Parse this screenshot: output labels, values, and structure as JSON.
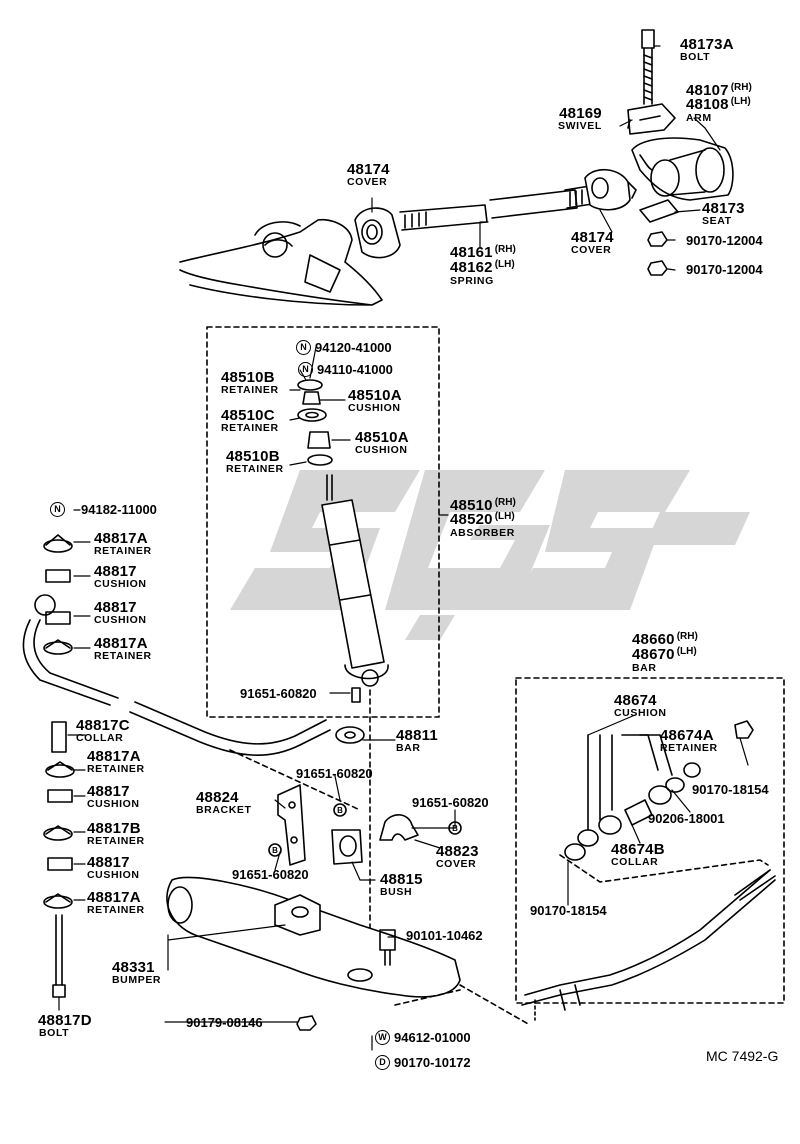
{
  "diagram": {
    "reference_code": "MC  7492-G",
    "watermark": "SYG",
    "callouts": {
      "p48173A": {
        "number": "48173A",
        "name": "BOLT"
      },
      "p48107": {
        "number": "48107",
        "suffix": "(RH)"
      },
      "p48108": {
        "number": "48108",
        "suffix": "(LH)",
        "name": "ARM"
      },
      "p48169": {
        "number": "48169",
        "name": "SWIVEL"
      },
      "p48174a": {
        "number": "48174",
        "name": "COVER"
      },
      "p48174b": {
        "number": "48174",
        "name": "COVER"
      },
      "p48173": {
        "number": "48173",
        "name": "SEAT"
      },
      "p48161": {
        "number": "48161",
        "suffix": "(RH)"
      },
      "p48162": {
        "number": "48162",
        "suffix": "(LH)",
        "name": "SPRING"
      },
      "n12004a": {
        "number": "90170-12004"
      },
      "n12004b": {
        "number": "90170-12004"
      },
      "n94120": {
        "mark": "N",
        "number": "94120-41000"
      },
      "n94110": {
        "mark": "N",
        "number": "94110-41000"
      },
      "p48510B1": {
        "number": "48510B",
        "name": "RETAINER"
      },
      "p48510A1": {
        "number": "48510A",
        "name": "CUSHION"
      },
      "p48510C": {
        "number": "48510C",
        "name": "RETAINER"
      },
      "p48510A2": {
        "number": "48510A",
        "name": "CUSHION"
      },
      "p48510B2": {
        "number": "48510B",
        "name": "RETAINER"
      },
      "p48510": {
        "number": "48510",
        "suffix": "(RH)"
      },
      "p48520": {
        "number": "48520",
        "suffix": "(LH)",
        "name": "ABSORBER"
      },
      "n94182": {
        "mark": "N",
        "number": "94182-11000"
      },
      "p48817A1": {
        "number": "48817A",
        "name": "RETAINER"
      },
      "p48817a": {
        "number": "48817",
        "name": "CUSHION"
      },
      "p48817b": {
        "number": "48817",
        "name": "CUSHION"
      },
      "p48817A2": {
        "number": "48817A",
        "name": "RETAINER"
      },
      "p48817C": {
        "number": "48817C",
        "name": "COLLAR"
      },
      "p48817A3": {
        "number": "48817A",
        "name": "RETAINER"
      },
      "p48817c": {
        "number": "48817",
        "name": "CUSHION"
      },
      "p48817B": {
        "number": "48817B",
        "name": "RETAINER"
      },
      "p48817d": {
        "number": "48817",
        "name": "CUSHION"
      },
      "p48817A4": {
        "number": "48817A",
        "name": "RETAINER"
      },
      "p48817D": {
        "number": "48817D",
        "name": "BOLT"
      },
      "n60820a": {
        "number": "91651-60820"
      },
      "p48811": {
        "number": "48811",
        "name": "BAR"
      },
      "n60820b": {
        "number": "91651-60820"
      },
      "p48824": {
        "number": "48824",
        "name": "BRACKET"
      },
      "n60820c": {
        "number": "91651-60820"
      },
      "p48823": {
        "number": "48823",
        "name": "COVER"
      },
      "n60820d": {
        "number": "91651-60820"
      },
      "p48815": {
        "number": "48815",
        "name": "BUSH"
      },
      "n10462": {
        "number": "90101-10462"
      },
      "p48331": {
        "number": "48331",
        "name": "BUMPER"
      },
      "n08146": {
        "number": "90179-08146"
      },
      "n94612": {
        "mark": "W",
        "number": "94612-01000"
      },
      "n10172": {
        "mark": "D",
        "number": "90170-10172"
      },
      "p48660": {
        "number": "48660",
        "suffix": "(RH)"
      },
      "p48670": {
        "number": "48670",
        "suffix": "(LH)",
        "name": "BAR"
      },
      "p48674": {
        "number": "48674",
        "name": "CUSHION"
      },
      "p48674A": {
        "number": "48674A",
        "name": "RETAINER"
      },
      "n18154a": {
        "number": "90170-18154"
      },
      "n18001": {
        "number": "90206-18001"
      },
      "p48674B": {
        "number": "48674B",
        "name": "COLLAR"
      },
      "n18154b": {
        "number": "90170-18154"
      }
    }
  }
}
